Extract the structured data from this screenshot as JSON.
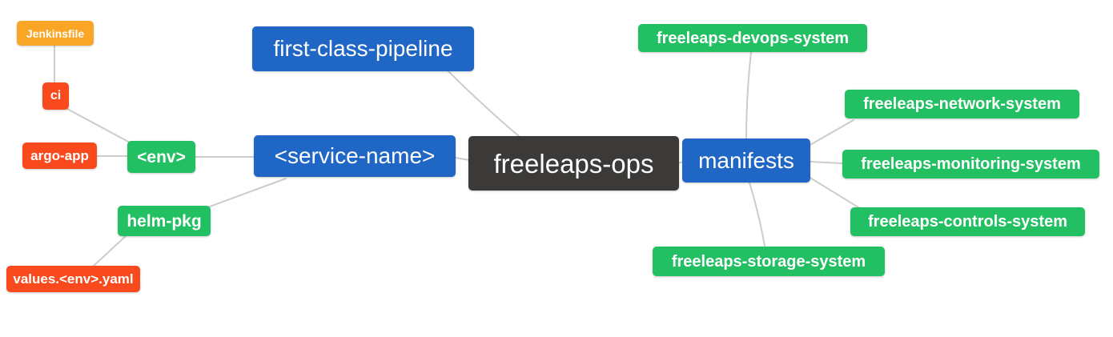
{
  "colors": {
    "background": "#FFFFFF",
    "edge": "#CCCCCC",
    "root_node": "#3B3A38",
    "branch_node": "#2066C4",
    "leaf_node": "#22BF63",
    "orange_node": "#F9A525",
    "red_node": "#F94A1E",
    "node_text": "#FFFFFF"
  },
  "nodes": [
    {
      "id": "freeleaps-ops",
      "label": "freeleaps-ops",
      "color": "root_node"
    },
    {
      "id": "first-class-pipeline",
      "label": "first-class-pipeline",
      "color": "branch_node"
    },
    {
      "id": "service-name",
      "label": "<service-name>",
      "color": "branch_node"
    },
    {
      "id": "manifests",
      "label": "manifests",
      "color": "branch_node"
    },
    {
      "id": "env",
      "label": "<env>",
      "color": "leaf_node"
    },
    {
      "id": "helm-pkg",
      "label": "helm-pkg",
      "color": "leaf_node"
    },
    {
      "id": "ci",
      "label": "ci",
      "color": "red_node"
    },
    {
      "id": "argo-app",
      "label": "argo-app",
      "color": "red_node"
    },
    {
      "id": "jenkinsfile",
      "label": "Jenkinsfile",
      "color": "orange_node"
    },
    {
      "id": "values-env-yaml",
      "label": "values.<env>.yaml",
      "color": "red_node"
    },
    {
      "id": "freeleaps-devops-system",
      "label": "freeleaps-devops-system",
      "color": "leaf_node"
    },
    {
      "id": "freeleaps-network-system",
      "label": "freeleaps-network-system",
      "color": "leaf_node"
    },
    {
      "id": "freeleaps-monitoring-system",
      "label": "freeleaps-monitoring-system",
      "color": "leaf_node"
    },
    {
      "id": "freeleaps-controls-system",
      "label": "freeleaps-controls-system",
      "color": "leaf_node"
    },
    {
      "id": "freeleaps-storage-system",
      "label": "freeleaps-storage-system",
      "color": "leaf_node"
    }
  ],
  "edges": [
    {
      "from": "first-class-pipeline",
      "to": "freeleaps-ops"
    },
    {
      "from": "service-name",
      "to": "freeleaps-ops"
    },
    {
      "from": "manifests",
      "to": "freeleaps-ops"
    },
    {
      "from": "env",
      "to": "service-name"
    },
    {
      "from": "helm-pkg",
      "to": "service-name"
    },
    {
      "from": "ci",
      "to": "env"
    },
    {
      "from": "argo-app",
      "to": "env"
    },
    {
      "from": "jenkinsfile",
      "to": "ci"
    },
    {
      "from": "values-env-yaml",
      "to": "helm-pkg"
    },
    {
      "from": "freeleaps-devops-system",
      "to": "manifests"
    },
    {
      "from": "freeleaps-network-system",
      "to": "manifests"
    },
    {
      "from": "freeleaps-monitoring-system",
      "to": "manifests"
    },
    {
      "from": "freeleaps-controls-system",
      "to": "manifests"
    },
    {
      "from": "freeleaps-storage-system",
      "to": "manifests"
    }
  ]
}
